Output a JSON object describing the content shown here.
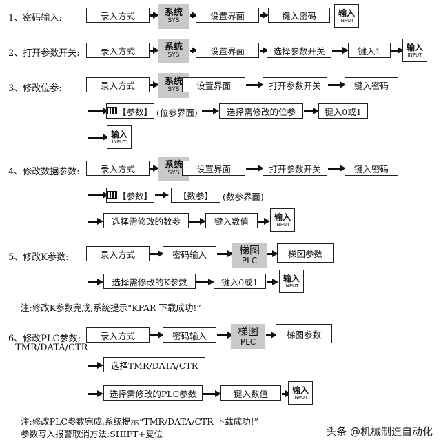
{
  "s1": {
    "label": "1、密码输入:",
    "b1": "录入方式",
    "sys1": "系统",
    "sys2": "SYS",
    "b3": "设置界面",
    "b4": "键入密码",
    "in1": "输入",
    "in2": "INPUT"
  },
  "s2": {
    "label": "2、打开参数开关:",
    "b1": "录入方式",
    "sys1": "系统",
    "sys2": "SYS",
    "b3": "设置界面",
    "b4": "选择参数开关",
    "b5": "键入1",
    "in1": "输入",
    "in2": "INPUT"
  },
  "s3": {
    "label": "3、修改位参:",
    "b1": "录入方式",
    "sys1": "系统",
    "sys2": "SYS",
    "b3": "设置界面",
    "b4": "打开参数开关",
    "b5": "键入密码",
    "r2_param": "【参数】",
    "r2_hint": "(位参界面)",
    "r2_b2": "选择需修改的位参",
    "r2_b3": "键入0或1",
    "in1": "输入",
    "in2": "INPUT"
  },
  "s4": {
    "label": "4、修改数据参数:",
    "b1": "录入方式",
    "sys1": "系统",
    "sys2": "SYS",
    "b3": "设置界面",
    "b4": "打开参数开关",
    "b5": "键入密码",
    "r2_param": "【参数】",
    "r2_data": "【数参】",
    "r2_hint": "(数参界面)",
    "r3_b1": "选择需修改的数参",
    "r3_b2": "键入数值",
    "in1": "输入",
    "in2": "INPUT"
  },
  "s5": {
    "label": "5、修改K参数:",
    "b1": "录入方式",
    "b2": "密码输入",
    "plc1": "梯图",
    "plc2": "PLC",
    "b4": "梯图参数",
    "r2_b1": "选择需修改的K参数",
    "r2_b2": "键入0或1",
    "in1": "输入",
    "in2": "INPUT",
    "note": "注:修改K参数完成,系统提示“KPAR 下载成功!”"
  },
  "s6": {
    "label": "6、修改PLC参数:",
    "label2": "TMR/DATA/CTR",
    "b1": "录入方式",
    "b2": "密码输入",
    "plc1": "梯图",
    "plc2": "PLC",
    "b4": "梯图参数",
    "r2_b1": "选择TMR/DATA/CTR",
    "r3_b1": "选择需修改的PLC参数",
    "r3_b2": "键入数值",
    "in1": "输入",
    "in2": "INPUT",
    "note": "注:修改PLC参数完成,系统提示“TMR/DATA/CTR 下载成功!”",
    "note2": "参数写入报警取消方法:SHIFT+复位"
  },
  "watermark": "头条 @机械制造自动化"
}
